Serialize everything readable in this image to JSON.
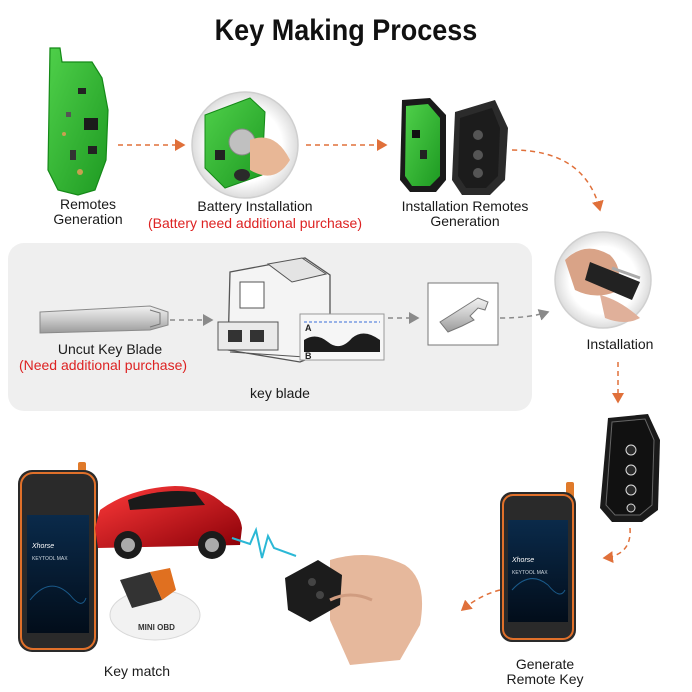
{
  "title": "Key Making Process",
  "steps": {
    "remotes_generation": [
      "Remotes",
      "Generation"
    ],
    "battery_installation": "Battery Installation",
    "battery_note": "(Battery need additional purchase)",
    "installation_remotes": [
      "Installation Remotes",
      "Generation"
    ],
    "installation": "Installation",
    "uncut_key_blade": "Uncut Key  Blade",
    "uncut_note": "(Need additional purchase)",
    "key_blade": "key blade",
    "key_match": "Key match",
    "generate_remote_key": [
      "Generate",
      "Remote Key"
    ]
  },
  "device": {
    "brand": "Xhorse",
    "model": "KEYTOOL MAX",
    "adapter": "MINI OBD"
  },
  "blade_marks": [
    "A",
    "B"
  ],
  "colors": {
    "arrow_orange": "#e0703a",
    "arrow_gray": "#8a8a8a",
    "pcb_green": "#2fb82f",
    "car_red": "#c8101a",
    "note_red": "#dd2222"
  }
}
